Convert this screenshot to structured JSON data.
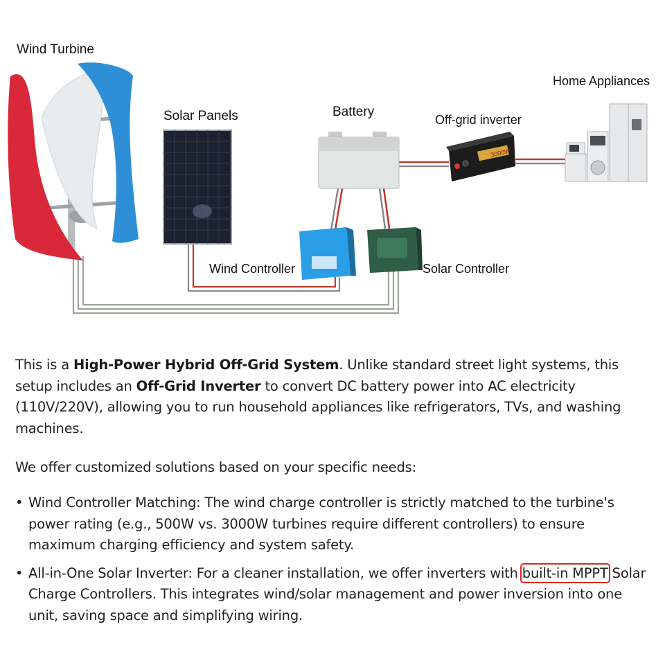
{
  "diagram": {
    "labels": {
      "wind_turbine": "Wind Turbine",
      "solar_panels": "Solar Panels",
      "battery": "Battery",
      "inverter": "Off-grid inverter",
      "home_appliances": "Home Appliances",
      "wind_controller": "Wind Controller",
      "solar_controller": "Solar Controller"
    },
    "inverter_badge": "3000W"
  },
  "intro": {
    "p1_a": "This is a ",
    "p1_b": "High-Power Hybrid Off-Grid System",
    "p1_c": ". Unlike standard street light systems, this setup includes an ",
    "p1_d": "Off-Grid Inverter",
    "p1_e": " to convert DC battery power into AC electricity (110V/220V), allowing you to run household appliances like refrigerators, TVs, and washing machines.",
    "p2": "We offer customized solutions based on your specific needs:"
  },
  "bullets": {
    "b1": "Wind Controller Matching: The wind charge controller is strictly matched to the turbine's power rating (e.g., 500W vs. 3000W turbines require different controllers) to ensure maximum charging efficiency and system safety.",
    "b2_a": "All-in-One Solar Inverter: For a cleaner installation, we offer inverters with ",
    "b2_hl": "built-in MPPT",
    "b2_b": " Solar Charge Controllers. This integrates wind/solar management and power inversion into one unit, saving space and simplifying wiring."
  },
  "colors": {
    "highlight": "#e0231c",
    "wire_red": "#c0392b",
    "wire_gray": "#8a8a8a",
    "turbine_red": "#d8283a",
    "turbine_blue": "#2e8fd6"
  }
}
